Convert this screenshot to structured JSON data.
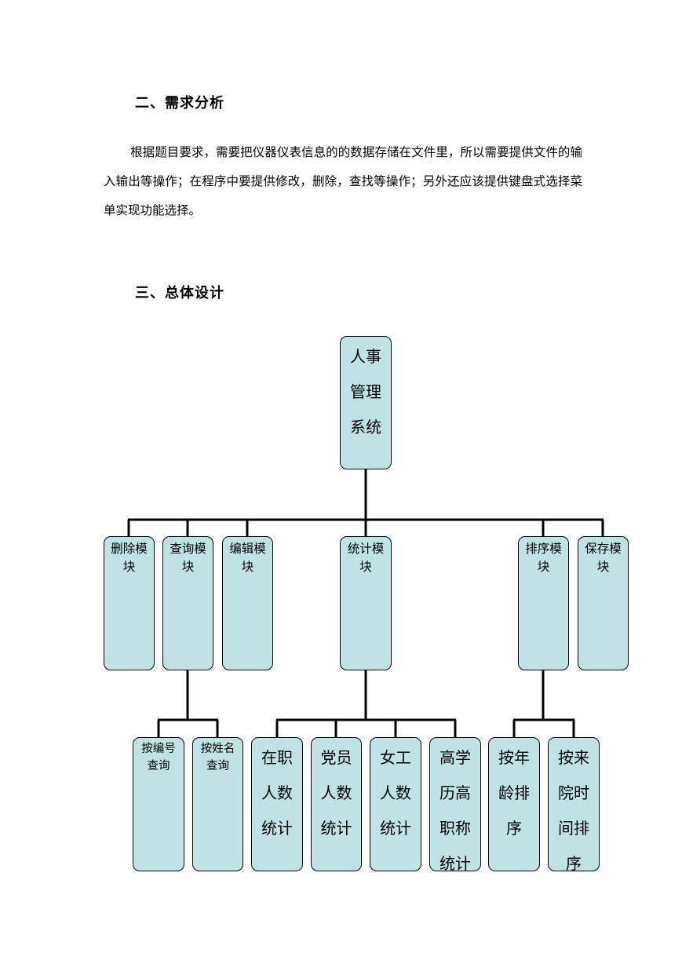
{
  "section2": {
    "title": "二、需求分析"
  },
  "paragraph": {
    "text": "根据题目要求，需要把仪器仪表信息的的数据存储在文件里，所以需要提供文件的输入输出等操作；在程序中要提供修改，删除，查找等操作；另外还应该提供键盘式选择菜单实现功能选择。"
  },
  "section3": {
    "title": "三、总体设计"
  },
  "diagram": {
    "root": "人事管理系统",
    "modules": {
      "delete": "删除模块",
      "query": "查询模块",
      "edit": "编辑模块",
      "stats": "统计模块",
      "sort": "排序模块",
      "save": "保存模块"
    },
    "query_children": {
      "by_id": "按编号查询",
      "by_name": "按姓名查询"
    },
    "stats_children": {
      "employed": "在职人数统计",
      "party": "党员人数统计",
      "female": "女工人数统计",
      "senior": "高学历高职称统计"
    },
    "sort_children": {
      "by_age": "按年龄排序",
      "by_hire": "按来院时间排序"
    }
  }
}
